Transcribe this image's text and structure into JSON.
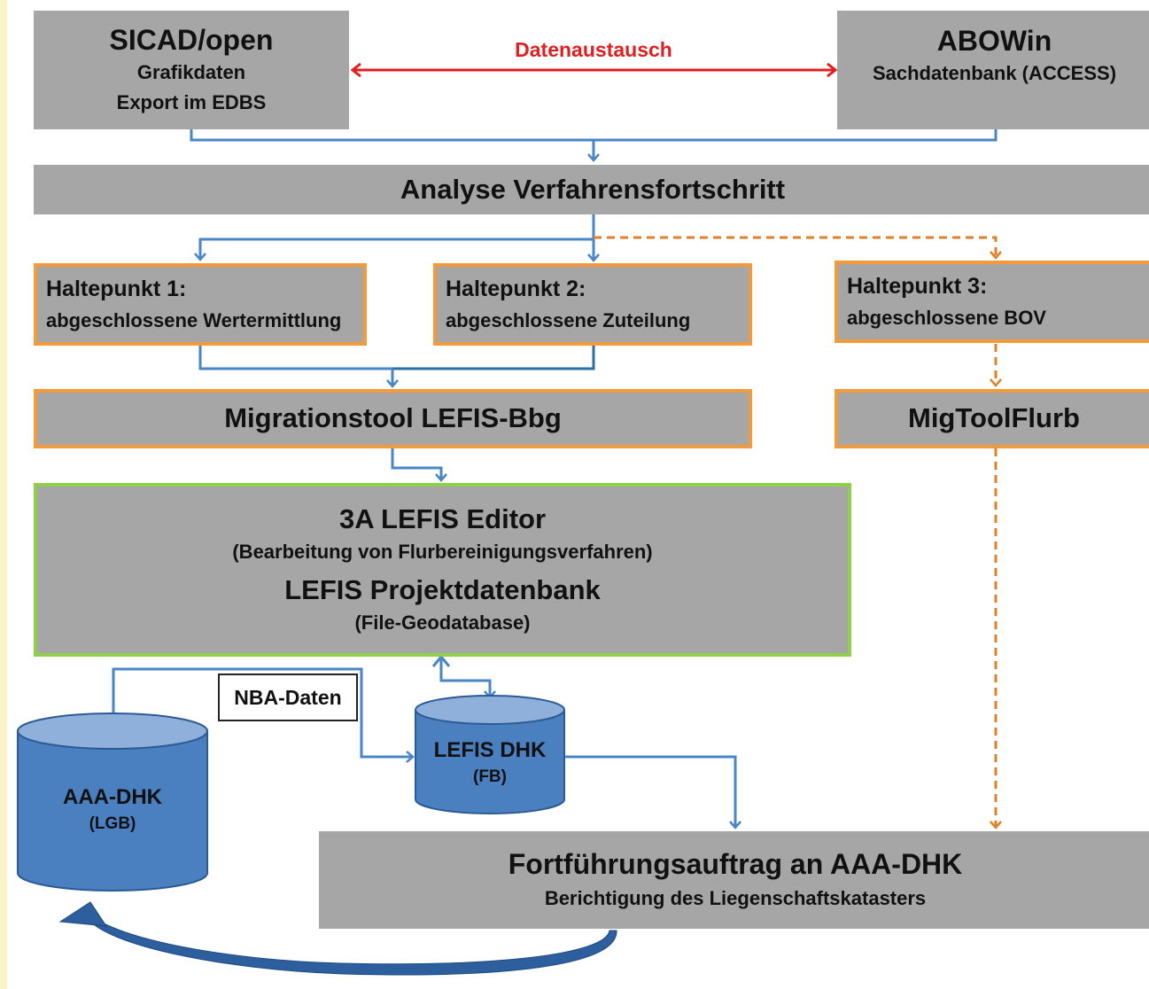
{
  "sicad": {
    "title": "SICAD/open",
    "line1": "Grafikdaten",
    "line2": "Export im EDBS"
  },
  "abowin": {
    "title": "ABOWin",
    "line1": "Sachdatenbank (ACCESS)"
  },
  "exchange_label": "Datenaustausch",
  "analyse": {
    "title": "Analyse Verfahrensfortschritt"
  },
  "halt1": {
    "title": "Haltepunkt 1:",
    "line1": "abgeschlossene Wertermittlung"
  },
  "halt2": {
    "title": "Haltepunkt 2:",
    "line1": "abgeschlossene Zuteilung"
  },
  "halt3": {
    "title": "Haltepunkt 3:",
    "line1": "abgeschlossene BOV"
  },
  "migtool": {
    "title": "Migrationstool LEFIS-Bbg"
  },
  "migflurb": {
    "title": "MigToolFlurb"
  },
  "editor": {
    "title": "3A LEFIS Editor",
    "subtitle": "(Bearbeitung von Flurbereinigungsverfahren)",
    "db_title": "LEFIS Projektdatenbank",
    "db_subtitle": "(File-Geodatabase)"
  },
  "nba_label": "NBA-Daten",
  "aaa_db": {
    "title": "AAA-DHK",
    "subtitle": "(LGB)"
  },
  "lefis_db": {
    "title": "LEFIS DHK",
    "subtitle": "(FB)"
  },
  "fortfuehrung": {
    "title": "Fortführungsauftrag an AAA-DHK",
    "subtitle": "Berichtigung des Liegenschaftskatasters"
  },
  "colors": {
    "box_fill": "#a6a6a6",
    "orange_border": "#f39a3c",
    "green_border": "#8fcf4a",
    "blue_arrow": "#4a86c6",
    "red_arrow": "#e02020",
    "orange_dashed": "#e0802a",
    "cylinder": "#4a7fc0"
  }
}
